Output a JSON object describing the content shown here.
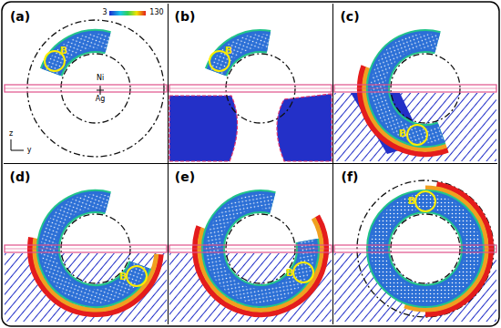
{
  "diagram": {
    "labels": [
      "(a)",
      "3",
      "130",
      "Ni",
      "Ag",
      "z",
      "y",
      "B",
      "(b)",
      "B",
      "(c)",
      "B",
      "(d)",
      "B",
      "(e)",
      "B",
      "(f)",
      "B"
    ]
  }
}
